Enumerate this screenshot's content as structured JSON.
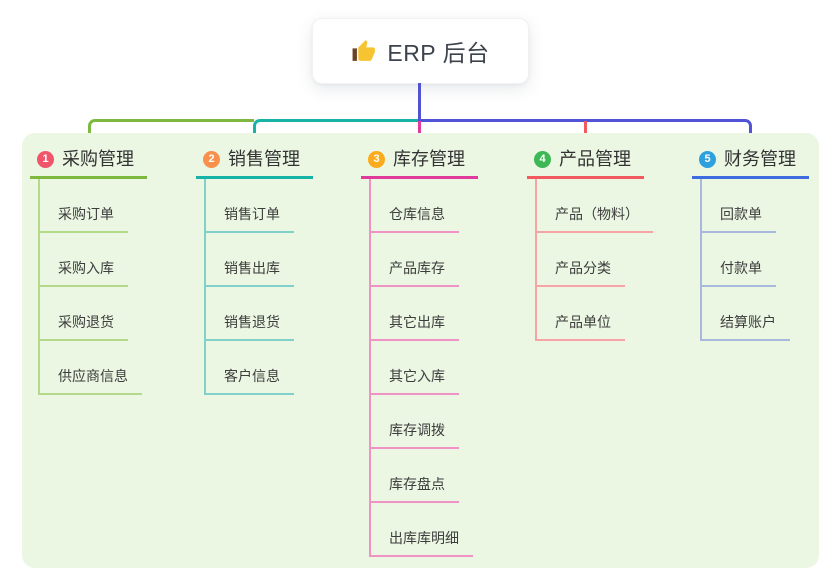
{
  "root": {
    "title": "ERP 后台",
    "icon": "thumbs-up-icon"
  },
  "colors": {
    "background": "#ffffff",
    "panel_bg": "#ebf6e3",
    "root_line": "#5153d6",
    "connector_left": "#7cb93e",
    "connector_mid": "#17b3a7",
    "connector_right": "#5153d6",
    "drop_branch3": "#e03a9a",
    "drop_branch4": "#f15b60",
    "icon_thumb": "#f7c431",
    "icon_thumb_sleeve": "#6b4226",
    "branches": [
      {
        "main": "#7cb93e",
        "light": "#b3d989",
        "badge": "#f1556c"
      },
      {
        "main": "#17b3a7",
        "light": "#7fd1c9",
        "badge": "#f9914d"
      },
      {
        "main": "#e03a9a",
        "light": "#f192c5",
        "badge": "#fbab1c"
      },
      {
        "main": "#f15b60",
        "light": "#f7a4a7",
        "badge": "#3eb854"
      },
      {
        "main": "#3f6ce0",
        "light": "#a9b9de",
        "badge": "#2fa0de"
      }
    ]
  },
  "branches": [
    {
      "number": "1",
      "label": "采购管理",
      "items": [
        "采购订单",
        "采购入库",
        "采购退货",
        "供应商信息"
      ]
    },
    {
      "number": "2",
      "label": "销售管理",
      "items": [
        "销售订单",
        "销售出库",
        "销售退货",
        "客户信息"
      ]
    },
    {
      "number": "3",
      "label": "库存管理",
      "items": [
        "仓库信息",
        "产品库存",
        "其它出库",
        "其它入库",
        "库存调拨",
        "库存盘点",
        "出库库明细"
      ]
    },
    {
      "number": "4",
      "label": "产品管理",
      "items": [
        "产品（物料）",
        "产品分类",
        "产品单位"
      ]
    },
    {
      "number": "5",
      "label": "财务管理",
      "items": [
        "回款单",
        "付款单",
        "结算账户"
      ]
    }
  ]
}
